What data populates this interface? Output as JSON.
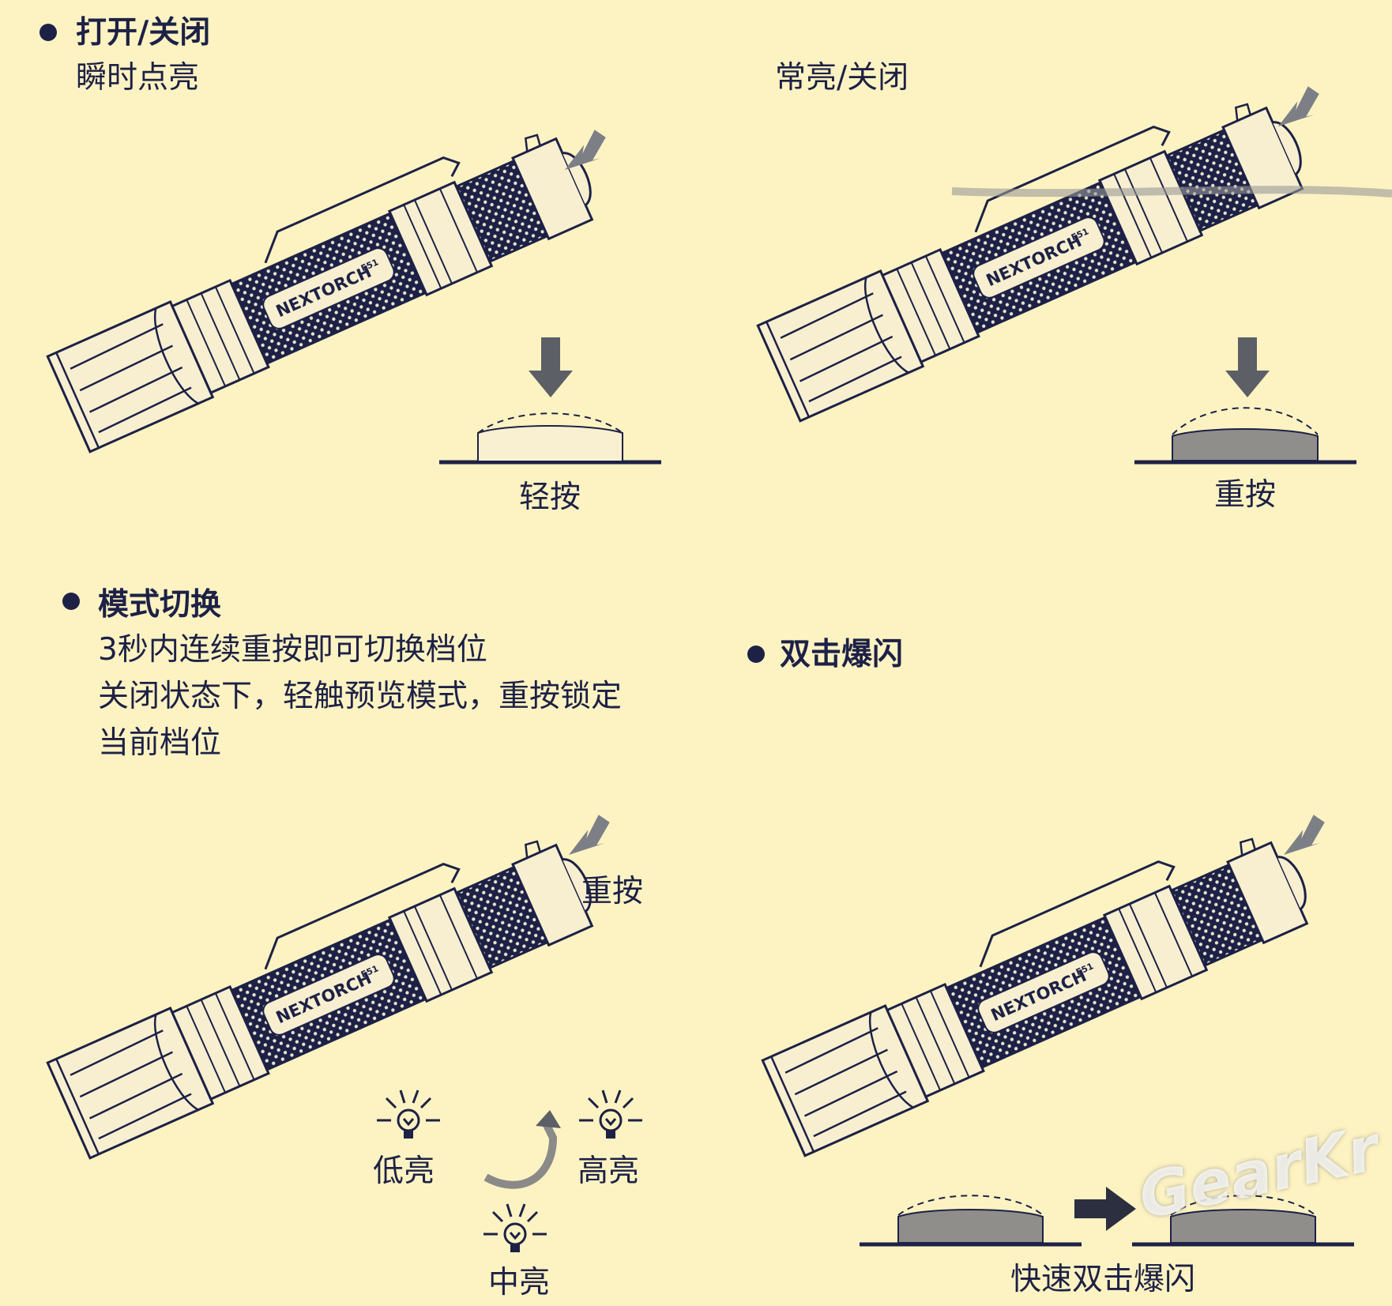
{
  "colors": {
    "background": "#fdf3c2",
    "ink": "#1d2146",
    "arrow_gray": "#7d7f86"
  },
  "sections": {
    "on_off": {
      "title": "打开/关闭",
      "momentary": "瞬时点亮",
      "constant": "常亮/关闭",
      "light_press": "轻按",
      "hard_press": "重按"
    },
    "mode": {
      "title": "模式切换",
      "lines": [
        "3秒内连续重按即可切换档位",
        "关闭状态下，轻触预览模式，重按锁定",
        "当前档位"
      ],
      "press": "重按",
      "levels": {
        "low": "低亮",
        "high": "高亮",
        "mid": "中亮"
      }
    },
    "strobe": {
      "title": "双击爆闪",
      "caption": "快速双击爆闪"
    }
  },
  "flashlight": {
    "brand": "NEXTORCH",
    "model": "E51"
  },
  "watermark": "GearKr"
}
